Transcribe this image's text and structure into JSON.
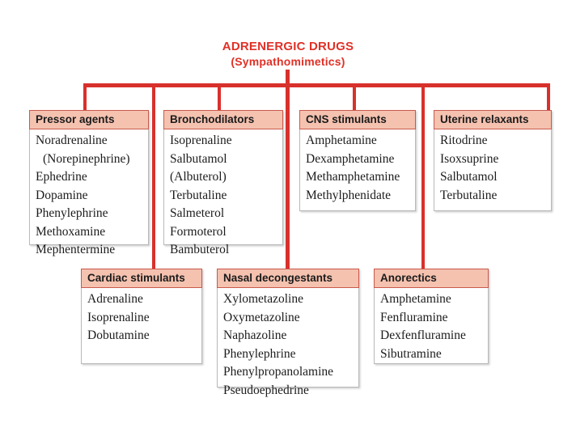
{
  "diagram": {
    "title_line1": "ADRENERGIC DRUGS",
    "title_line2": "(Sympathomimetics)",
    "accent_color": "#d8312c",
    "title_color": "#e03127",
    "header_fill": "#f5c2b0",
    "header_border": "#c9594c",
    "box_border": "#b9b9b9",
    "background": "#ffffff"
  },
  "categories": [
    {
      "id": "pressor-agents",
      "label": "Pressor agents",
      "row": "top",
      "drugs": [
        {
          "name": "Noradrenaline",
          "indent": false
        },
        {
          "name": "(Norepinephrine)",
          "indent": true
        },
        {
          "name": "Ephedrine",
          "indent": false
        },
        {
          "name": "Dopamine",
          "indent": false
        },
        {
          "name": "Phenylephrine",
          "indent": false
        },
        {
          "name": "Methoxamine",
          "indent": false
        },
        {
          "name": "Mephentermine",
          "indent": false
        }
      ]
    },
    {
      "id": "bronchodilators",
      "label": "Bronchodilators",
      "row": "top",
      "drugs": [
        {
          "name": "Isoprenaline",
          "indent": false
        },
        {
          "name": "Salbutamol",
          "indent": false
        },
        {
          "name": "(Albuterol)",
          "indent": false
        },
        {
          "name": "Terbutaline",
          "indent": false
        },
        {
          "name": "Salmeterol",
          "indent": false
        },
        {
          "name": "Formoterol",
          "indent": false
        },
        {
          "name": "Bambuterol",
          "indent": false
        }
      ]
    },
    {
      "id": "cns-stimulants",
      "label": "CNS stimulants",
      "row": "top",
      "drugs": [
        {
          "name": "Amphetamine",
          "indent": false
        },
        {
          "name": "Dexamphetamine",
          "indent": false
        },
        {
          "name": "Methamphetamine",
          "indent": false
        },
        {
          "name": "Methylphenidate",
          "indent": false
        }
      ]
    },
    {
      "id": "uterine-relaxants",
      "label": "Uterine relaxants",
      "row": "top",
      "drugs": [
        {
          "name": "Ritodrine",
          "indent": false
        },
        {
          "name": "Isoxsuprine",
          "indent": false
        },
        {
          "name": "Salbutamol",
          "indent": false
        },
        {
          "name": "Terbutaline",
          "indent": false
        }
      ]
    },
    {
      "id": "cardiac-stimulants",
      "label": "Cardiac stimulants",
      "row": "bottom",
      "drugs": [
        {
          "name": "Adrenaline",
          "indent": false
        },
        {
          "name": "Isoprenaline",
          "indent": false
        },
        {
          "name": "Dobutamine",
          "indent": false
        }
      ]
    },
    {
      "id": "nasal-decongestants",
      "label": "Nasal decongestants",
      "row": "bottom",
      "drugs": [
        {
          "name": "Xylometazoline",
          "indent": false
        },
        {
          "name": "Oxymetazoline",
          "indent": false
        },
        {
          "name": "Naphazoline",
          "indent": false
        },
        {
          "name": "Phenylephrine",
          "indent": false
        },
        {
          "name": "Phenylpropanolamine",
          "indent": false
        },
        {
          "name": "Pseudoephedrine",
          "indent": false
        }
      ]
    },
    {
      "id": "anorectics",
      "label": "Anorectics",
      "row": "bottom",
      "drugs": [
        {
          "name": "Amphetamine",
          "indent": false
        },
        {
          "name": "Fenfluramine",
          "indent": false
        },
        {
          "name": "Dexfenfluramine",
          "indent": false
        },
        {
          "name": "Sibutramine",
          "indent": false
        }
      ]
    }
  ]
}
